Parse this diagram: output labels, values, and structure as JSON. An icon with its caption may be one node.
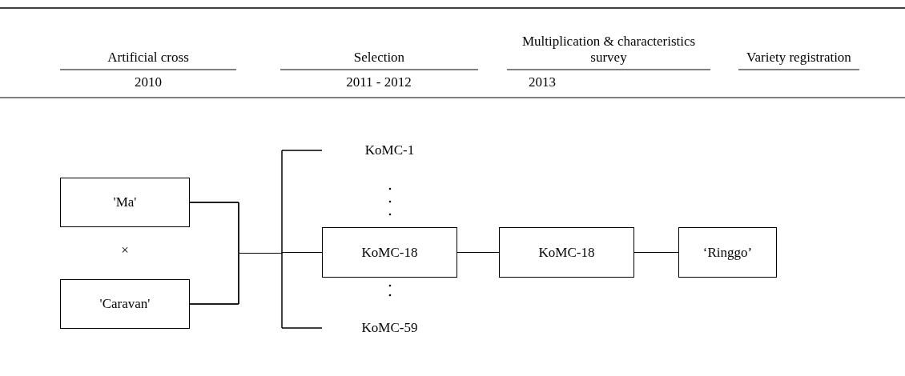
{
  "diagram": {
    "nodes": [
      {
        "text": [
          "'Ma'"
        ]
      },
      {
        "text": [
          "'Caravan'"
        ]
      },
      {
        "text": [
          "KoMC-1"
        ]
      },
      {
        "text": [
          "KoMC-18"
        ]
      },
      {
        "text": [
          "KoMC-59"
        ]
      },
      {
        "text": [
          "KoMC-18"
        ]
      },
      {
        "text": [
          "‘Ringgo’"
        ]
      }
    ],
    "edges": [
      {
        "from": 0,
        "to": 2,
        "arrow": "none"
      },
      {
        "from": 0,
        "to": 3,
        "arrow": "none"
      },
      {
        "from": 0,
        "to": 4,
        "arrow": "none"
      },
      {
        "from": 1,
        "to": 2,
        "arrow": "none"
      },
      {
        "from": 1,
        "to": 3,
        "arrow": "none"
      },
      {
        "from": 1,
        "to": 4,
        "arrow": "none"
      },
      {
        "from": 3,
        "to": 5,
        "arrow": "none"
      },
      {
        "from": 5,
        "to": 6,
        "arrow": "none"
      }
    ],
    "labels": [
      "Artificial cross",
      "Selection",
      "Multiplication & characteristics survey",
      "Variety registration",
      "2010",
      "2011 - 2012",
      "2013",
      "×"
    ]
  }
}
